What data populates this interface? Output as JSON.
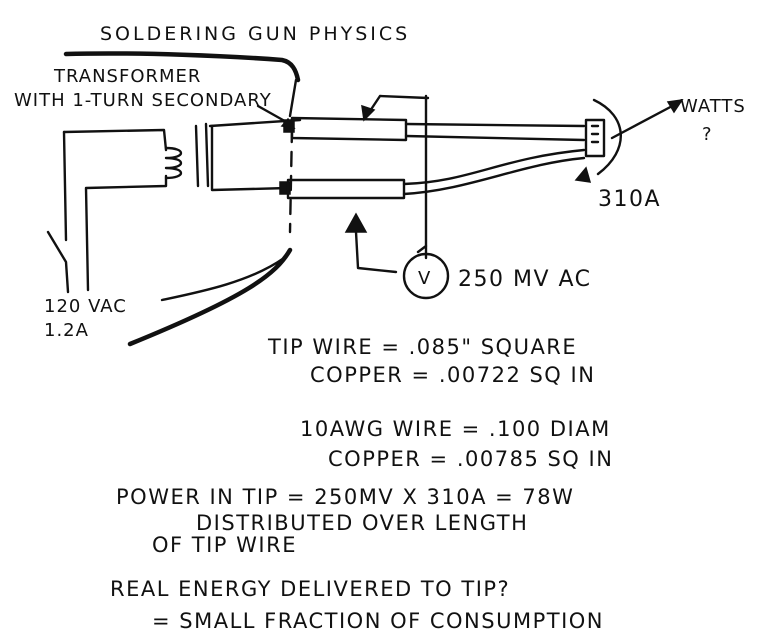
{
  "title": "SOLDERING GUN PHYSICS",
  "transformer": {
    "line1": "TRANSFORMER",
    "line2": "WITH 1-TURN SECONDARY"
  },
  "supply": {
    "voltage": "120 VAC",
    "current": "1.2A"
  },
  "meter": {
    "symbol": "V",
    "reading": "250 MV AC"
  },
  "tip": {
    "watts": "WATTS",
    "question": "?",
    "current": "310A"
  },
  "notes": {
    "tip_wire_1": "TIP WIRE = .085\" SQUARE",
    "tip_wire_2": "COPPER = .00722 SQ IN",
    "awg_1": "10AWG WIRE = .100 DIAM",
    "awg_2": "COPPER = .00785 SQ IN",
    "power_1": "POWER IN TIP = 250MV X 310A = 78W",
    "power_2": "DISTRIBUTED OVER LENGTH",
    "power_3": "OF TIP WIRE",
    "energy_1": "REAL ENERGY DELIVERED TO TIP?",
    "energy_2": "= SMALL FRACTION OF CONSUMPTION"
  }
}
